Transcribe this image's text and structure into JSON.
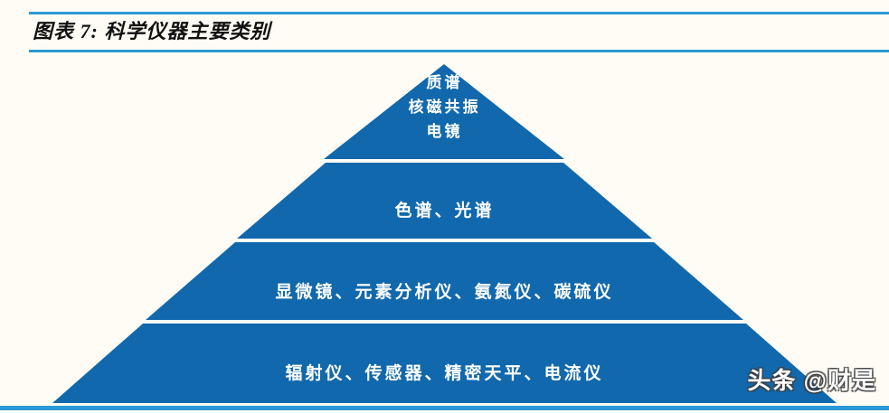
{
  "figure": {
    "title": "图表 7: 科学仪器主要类别",
    "background_color": "#fffcf5",
    "rule_color": "#2a9ad6",
    "pyramid_color": "#1168ac",
    "pyramid_divider_color": "#cfe3f2",
    "label_color": "#ffffff"
  },
  "chart_data": {
    "type": "pyramid",
    "title": "图表 7: 科学仪器主要类别",
    "subtitle": "",
    "xlabel": "",
    "ylabel": "",
    "orientation": "apex-up",
    "tier_count": 4,
    "tiers": [
      {
        "level": 1,
        "position": "top",
        "lines": [
          "质谱",
          "核磁共振",
          "电镜"
        ],
        "label": "质谱 核磁共振 电镜"
      },
      {
        "level": 2,
        "position": "upper-middle",
        "lines": [
          "色谱、光谱"
        ],
        "label": "色谱、光谱"
      },
      {
        "level": 3,
        "position": "lower-middle",
        "lines": [
          "显微镜、元素分析仪、氨氮仪、碳硫仪"
        ],
        "label": "显微镜、元素分析仪、氨氮仪、碳硫仪"
      },
      {
        "level": 4,
        "position": "base",
        "lines": [
          "辐射仪、传感器、精密天平、电流仪"
        ],
        "label": "辐射仪、传感器、精密天平、电流仪"
      }
    ]
  },
  "watermark": {
    "text": "头条 @财是"
  }
}
